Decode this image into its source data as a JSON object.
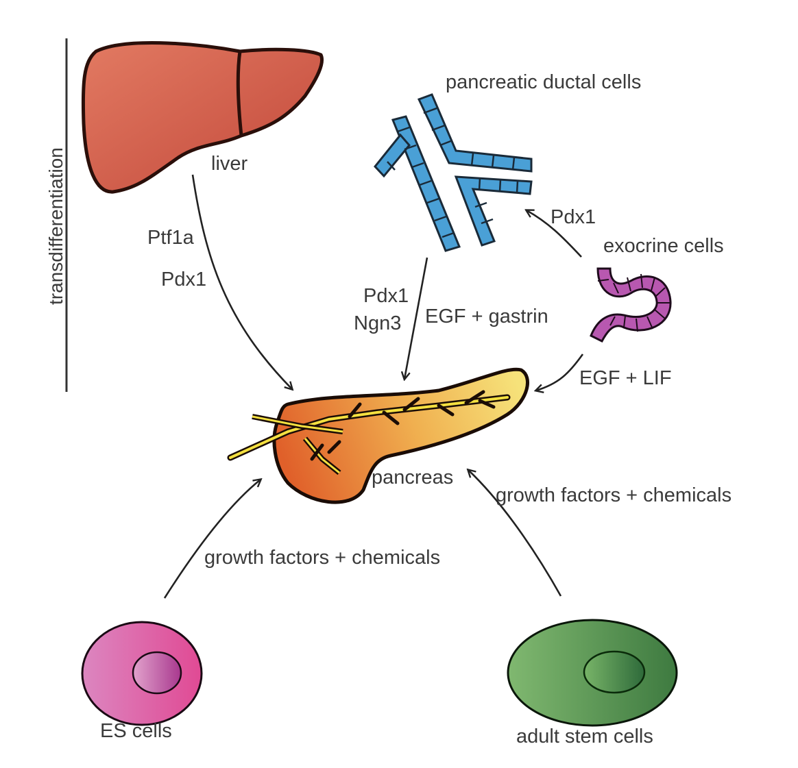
{
  "diagram": {
    "side_label": "transdifferentiation",
    "nodes": {
      "liver": {
        "label": "liver",
        "color": "#d4604a"
      },
      "ductal": {
        "label": "pancreatic ductal cells",
        "color": "#4a9fd4"
      },
      "exocrine": {
        "label": "exocrine cells",
        "color": "#b44aa8"
      },
      "pancreas": {
        "label": "pancreas",
        "color_from": "#e06a2a",
        "color_to": "#f4d870"
      },
      "es_cells": {
        "label": "ES cells",
        "color": "#e05aa0"
      },
      "adult_stem": {
        "label": "adult stem cells",
        "color": "#5a9a50"
      }
    },
    "edges": [
      {
        "from": "liver",
        "to": "pancreas",
        "labels": [
          "Ptf1a",
          "Pdx1"
        ]
      },
      {
        "from": "ductal",
        "to": "pancreas",
        "labels": [
          "Pdx1",
          "Ngn3"
        ],
        "label_right": "EGF + gastrin"
      },
      {
        "from": "exocrine",
        "to": "ductal",
        "labels": [
          "Pdx1"
        ]
      },
      {
        "from": "exocrine",
        "to": "pancreas",
        "labels": [
          "EGF + LIF"
        ]
      },
      {
        "from": "es_cells",
        "to": "pancreas",
        "labels": [
          "growth factors + chemicals"
        ]
      },
      {
        "from": "adult_stem",
        "to": "pancreas",
        "labels": [
          "growth factors + chemicals"
        ]
      }
    ]
  }
}
